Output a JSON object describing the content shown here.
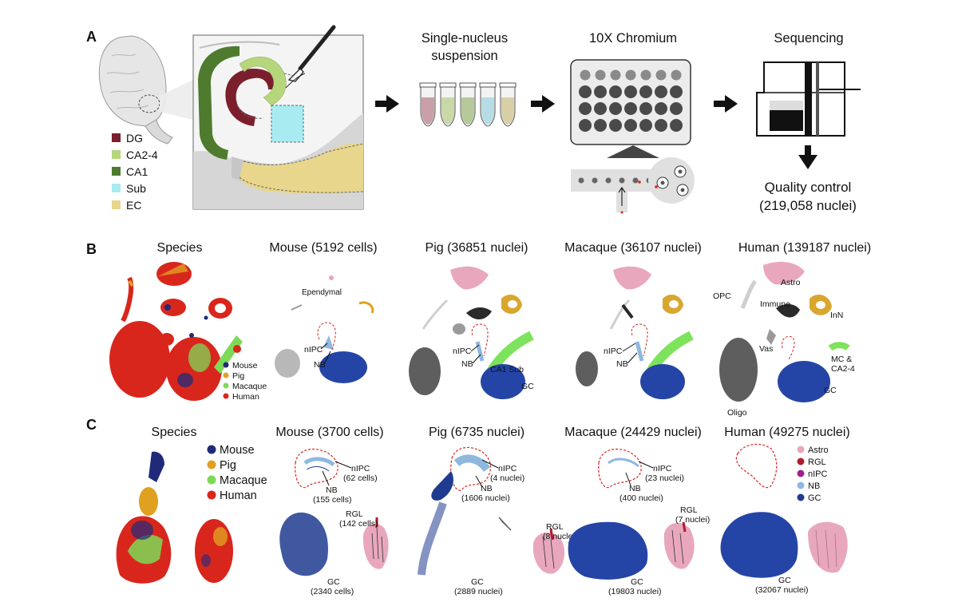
{
  "panels": {
    "a": "A",
    "b": "B",
    "c": "C"
  },
  "panel_a": {
    "regions": [
      {
        "name": "DG",
        "color": "#7a1f2b"
      },
      {
        "name": "CA2-4",
        "color": "#b5d67a"
      },
      {
        "name": "CA1",
        "color": "#4e7b2e"
      },
      {
        "name": "Sub",
        "color": "#a8ecf2"
      },
      {
        "name": "EC",
        "color": "#e7d68c"
      }
    ],
    "steps": {
      "suspension_line1": "Single-nucleus",
      "suspension_line2": "suspension",
      "chromium": "10X Chromium",
      "sequencing": "Sequencing",
      "qc_line1": "Quality control",
      "qc_line2": "(219,058 nuclei)"
    },
    "tube_colors": [
      "#c9a0a8",
      "#c8d8a8",
      "#b5c99a",
      "#b6dde6",
      "#d8cfa6"
    ]
  },
  "panel_b": {
    "titles": {
      "species": "Species",
      "mouse": "Mouse (5192 cells)",
      "pig": "Pig (36851 nuclei)",
      "macaque": "Macaque (36107 nuclei)",
      "human": "Human (139187 nuclei)"
    },
    "legend": [
      {
        "name": "Mouse",
        "color": "#1f2b7a"
      },
      {
        "name": "Pig",
        "color": "#e0a020"
      },
      {
        "name": "Macaque",
        "color": "#7ed957"
      },
      {
        "name": "Human",
        "color": "#d9261c"
      }
    ],
    "labels": {
      "ependymal": "Ependymal",
      "nipc": "nIPC",
      "nb": "NB",
      "ca1_sub": "CA1 Sub",
      "gc": "GC",
      "opc": "OPC",
      "astro": "Astro",
      "immune": "Immune",
      "inn": "InN",
      "vas": "Vas",
      "mc_line1": "MC &",
      "mc_line2": "CA2-4",
      "oligo": "Oligo"
    },
    "cluster_colors": {
      "astro": "#e8a7bd",
      "inn": "#d9a62e",
      "mc": "#7ee35c",
      "gc": "#2545a6",
      "oligo": "#5e5e5e",
      "immune": "#2a2a2a",
      "opc": "#cfcfcf",
      "vas": "#9a9a9a",
      "nb": "#8fb8e0",
      "outline": "#d9261c"
    }
  },
  "panel_c": {
    "titles": {
      "species": "Species",
      "mouse": "Mouse (3700 cells)",
      "pig": "Pig (6735 nuclei)",
      "macaque": "Macaque (24429 nuclei)",
      "human": "Human (49275 nuclei)"
    },
    "legend": [
      {
        "name": "Mouse",
        "color": "#1f2b7a"
      },
      {
        "name": "Pig",
        "color": "#e0a020"
      },
      {
        "name": "Macaque",
        "color": "#7ed957"
      },
      {
        "name": "Human",
        "color": "#d9261c"
      }
    ],
    "cell_legend": [
      {
        "name": "Astro",
        "color": "#e8a7bd"
      },
      {
        "name": "RGL",
        "color": "#b01c2e"
      },
      {
        "name": "nIPC",
        "color": "#a0208f"
      },
      {
        "name": "NB",
        "color": "#8fb8e0"
      },
      {
        "name": "GC",
        "color": "#1f3b8f"
      }
    ],
    "mouse": {
      "nipc_line1": "nIPC",
      "nipc_line2": "(62 cells)",
      "nb_line1": "NB",
      "nb_line2": "(155 cells)",
      "rgl_line1": "RGL",
      "rgl_line2": "(142 cells)",
      "gc_line1": "GC",
      "gc_line2": "(2340 cells)"
    },
    "pig": {
      "nipc_line1": "nIPC",
      "nipc_line2": "(4 nuclei)",
      "nb_line1": "NB",
      "nb_line2": "(1606 nuclei)",
      "rgl_line1": "RGL",
      "rgl_line2": "(8 nuclei)",
      "gc_line1": "GC",
      "gc_line2": "(2889 nuclei)"
    },
    "macaque": {
      "nipc_line1": "nIPC",
      "nipc_line2": "(23 nuclei)",
      "nb_line1": "NB",
      "nb_line2": "(400 nuclei)",
      "rgl_line1": "RGL",
      "rgl_line2": "(7 nuclei)",
      "gc_line1": "GC",
      "gc_line2": "(19803 nuclei)"
    },
    "human": {
      "gc_line1": "GC",
      "gc_line2": "(32067 nuclei)"
    }
  }
}
